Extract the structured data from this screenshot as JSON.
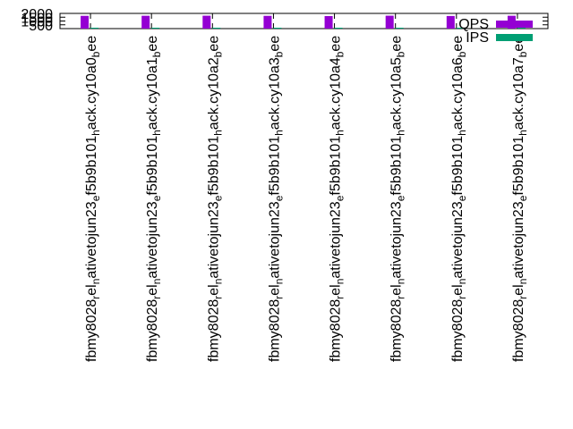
{
  "chart_data": {
    "type": "bar",
    "title": "",
    "xlabel": "",
    "ylabel": "",
    "ylim": [
      0,
      2000
    ],
    "yticks": [
      "2000",
      "1500",
      "1000",
      "500"
    ],
    "categories": [
      "fbmy8028relnativetojun23ef5b9b101hack.cy10a0bee",
      "fbmy8028relnativetojun23ef5b9b101hack.cy10a1bee",
      "fbmy8028relnativetojun23ef5b9b101hack.cy10a2bee",
      "fbmy8028relnativetojun23ef5b9b101hack.cy10a3bee",
      "fbmy8028relnativetojun23ef5b9b101hack.cy10a4bee",
      "fbmy8028relnativetojun23ef5b9b101hack.cy10a5bee",
      "fbmy8028relnativetojun23ef5b9b101hack.cy10a6bee",
      "fbmy8028relnativetojun23ef5b9b101hack.cy10a7bee"
    ],
    "category_labels": [
      {
        "pre": "fbmy8028",
        "s1": "r",
        "m1": "el",
        "s2": "n",
        "m2": "ativetojun23",
        "s3": "e",
        "m3": "f5b9b101",
        "s4": "h",
        "m4": "ack.cy10a0",
        "s5": "b",
        "m5": "ee"
      },
      {
        "pre": "fbmy8028",
        "s1": "r",
        "m1": "el",
        "s2": "n",
        "m2": "ativetojun23",
        "s3": "e",
        "m3": "f5b9b101",
        "s4": "h",
        "m4": "ack.cy10a1",
        "s5": "b",
        "m5": "ee"
      },
      {
        "pre": "fbmy8028",
        "s1": "r",
        "m1": "el",
        "s2": "n",
        "m2": "ativetojun23",
        "s3": "e",
        "m3": "f5b9b101",
        "s4": "h",
        "m4": "ack.cy10a2",
        "s5": "b",
        "m5": "ee"
      },
      {
        "pre": "fbmy8028",
        "s1": "r",
        "m1": "el",
        "s2": "n",
        "m2": "ativetojun23",
        "s3": "e",
        "m3": "f5b9b101",
        "s4": "h",
        "m4": "ack.cy10a3",
        "s5": "b",
        "m5": "ee"
      },
      {
        "pre": "fbmy8028",
        "s1": "r",
        "m1": "el",
        "s2": "n",
        "m2": "ativetojun23",
        "s3": "e",
        "m3": "f5b9b101",
        "s4": "h",
        "m4": "ack.cy10a4",
        "s5": "b",
        "m5": "ee"
      },
      {
        "pre": "fbmy8028",
        "s1": "r",
        "m1": "el",
        "s2": "n",
        "m2": "ativetojun23",
        "s3": "e",
        "m3": "f5b9b101",
        "s4": "h",
        "m4": "ack.cy10a5",
        "s5": "b",
        "m5": "ee"
      },
      {
        "pre": "fbmy8028",
        "s1": "r",
        "m1": "el",
        "s2": "n",
        "m2": "ativetojun23",
        "s3": "e",
        "m3": "f5b9b101",
        "s4": "h",
        "m4": "ack.cy10a6",
        "s5": "b",
        "m5": "ee"
      },
      {
        "pre": "fbmy8028",
        "s1": "r",
        "m1": "el",
        "s2": "n",
        "m2": "ativetojun23",
        "s3": "e",
        "m3": "f5b9b101",
        "s4": "h",
        "m4": "ack.cy10a7",
        "s5": "b",
        "m5": "ee"
      }
    ],
    "series": [
      {
        "name": "QPS",
        "color": "#9400d3",
        "values": [
          1680,
          1690,
          1700,
          1680,
          1650,
          1700,
          1660,
          1690
        ]
      },
      {
        "name": "IPS",
        "color": "#009e73",
        "values": [
          20,
          20,
          20,
          20,
          20,
          20,
          20,
          20
        ]
      }
    ],
    "grid": false,
    "legend_position": "top-right"
  }
}
